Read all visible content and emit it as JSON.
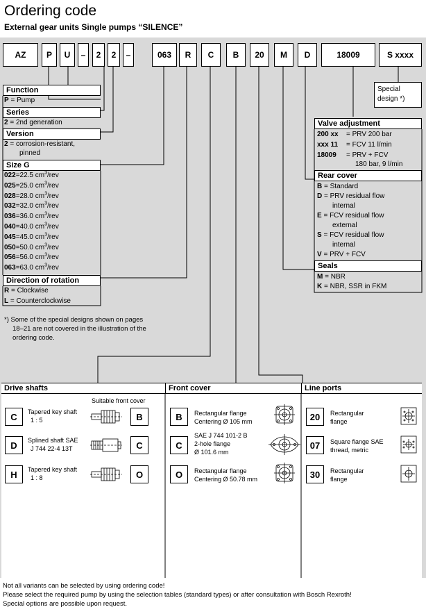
{
  "title": "Ordering code",
  "subtitle": "External gear units Single pumps “SILENCE”",
  "code": {
    "az": "AZ",
    "p": "P",
    "u": "U",
    "dash": "–",
    "two_a": "2",
    "two_b": "2",
    "size": "063",
    "rot": "R",
    "shaft": "C",
    "cover": "B",
    "port": "20",
    "seal": "M",
    "valve": "D",
    "valve_code": "18009",
    "special": "S xxxx"
  },
  "special_design": {
    "line1": "Special",
    "line2": "design *)"
  },
  "function": {
    "header": "Function",
    "code": "P",
    "eq": "=",
    "label": "Pump"
  },
  "series": {
    "header": "Series",
    "code": "2",
    "eq": "=",
    "label": "2nd generation"
  },
  "version": {
    "header": "Version",
    "code": "2",
    "eq": "=",
    "label1": "corrosion-resistant,",
    "label2": "pinned"
  },
  "size": {
    "header": "Size G",
    "unit": "cm",
    "unit_exp": "3",
    "unit_suffix": "/rev",
    "rows": [
      {
        "code": "022",
        "eq": "=",
        "val": "22.5"
      },
      {
        "code": "025",
        "eq": "=",
        "val": "25.0"
      },
      {
        "code": "028",
        "eq": "=",
        "val": "28.0"
      },
      {
        "code": "032",
        "eq": "=",
        "val": "32.0"
      },
      {
        "code": "036",
        "eq": "=",
        "val": "36.0"
      },
      {
        "code": "040",
        "eq": "=",
        "val": "40.0"
      },
      {
        "code": "045",
        "eq": "=",
        "val": "45.0"
      },
      {
        "code": "050",
        "eq": "=",
        "val": "50.0"
      },
      {
        "code": "056",
        "eq": "=",
        "val": "56.0"
      },
      {
        "code": "063",
        "eq": "=",
        "val": "63.0"
      }
    ]
  },
  "rotation": {
    "header": "Direction of rotation",
    "rows": [
      {
        "code": "R",
        "eq": "=",
        "label": "Clockwise"
      },
      {
        "code": "L",
        "eq": "=",
        "label": "Counterclockwise"
      }
    ]
  },
  "footnote": {
    "line1": "*) Some of the special designs shown on pages",
    "line2": "18–21 are not covered in the illustration of the",
    "line3": "ordering code."
  },
  "valve": {
    "header": "Valve adjustment",
    "rows": [
      {
        "code": "200 xx",
        "eq": "=",
        "label1": "PRV 200 bar",
        "label2": ""
      },
      {
        "code": "xxx 11",
        "eq": "=",
        "label1": "FCV 11 l/min",
        "label2": ""
      },
      {
        "code": "18009",
        "eq": "=",
        "label1": "PRV + FCV",
        "label2": "180 bar, 9 l/min"
      }
    ]
  },
  "rear": {
    "header": "Rear cover",
    "rows": [
      {
        "code": "B",
        "eq": "=",
        "label1": "Standard",
        "label2": ""
      },
      {
        "code": "D",
        "eq": "=",
        "label1": "PRV residual flow",
        "label2": "internal"
      },
      {
        "code": "E",
        "eq": "=",
        "label1": "FCV residual flow",
        "label2": "external"
      },
      {
        "code": "S",
        "eq": "=",
        "label1": "FCV residual flow",
        "label2": "internal"
      },
      {
        "code": "V",
        "eq": "=",
        "label1": "PRV + FCV",
        "label2": ""
      }
    ]
  },
  "seals": {
    "header": "Seals",
    "rows": [
      {
        "code": "M",
        "eq": "=",
        "label": "NBR"
      },
      {
        "code": "K",
        "eq": "=",
        "label": "NBR, SSR in FKM"
      }
    ]
  },
  "drive": {
    "header": "Drive shafts",
    "suitable": "Suitable front cover",
    "rows": [
      {
        "code": "C",
        "label1": "Tapered key shaft",
        "label2": "1 : 5",
        "label3": "",
        "cover": "B"
      },
      {
        "code": "D",
        "label1": "Splined shaft SAE",
        "label2": "J 744 22-4 13T",
        "label3": "",
        "cover": "C"
      },
      {
        "code": "H",
        "label1": "Tapered key shaft",
        "label2": "1 : 8",
        "label3": "",
        "cover": "O"
      }
    ]
  },
  "front": {
    "header": "Front cover",
    "rows": [
      {
        "code": "B",
        "label1": "Rectangular flange",
        "label2": "Centering Ø 105 mm",
        "label3": ""
      },
      {
        "code": "C",
        "label1": "SAE J 744 101-2 B",
        "label2": "2-hole flange",
        "label3": "Ø 101.6 mm"
      },
      {
        "code": "O",
        "label1": "Rectangular flange",
        "label2": "Centering Ø 50.78 mm",
        "label3": ""
      }
    ]
  },
  "ports": {
    "header": "Line ports",
    "rows": [
      {
        "code": "20",
        "label1": "Rectangular",
        "label2": "flange"
      },
      {
        "code": "07",
        "label1": "Square flange SAE",
        "label2": "thread, metric"
      },
      {
        "code": "30",
        "label1": "Rectangular",
        "label2": "flange"
      }
    ]
  },
  "footer": {
    "line1": "Not all variants can be selected by using ordering code!",
    "line2": "Please select the required pump by using the selection tables (standard types) or after consultation with Bosch Rexroth!",
    "line3": "Special options are possible upon request."
  }
}
